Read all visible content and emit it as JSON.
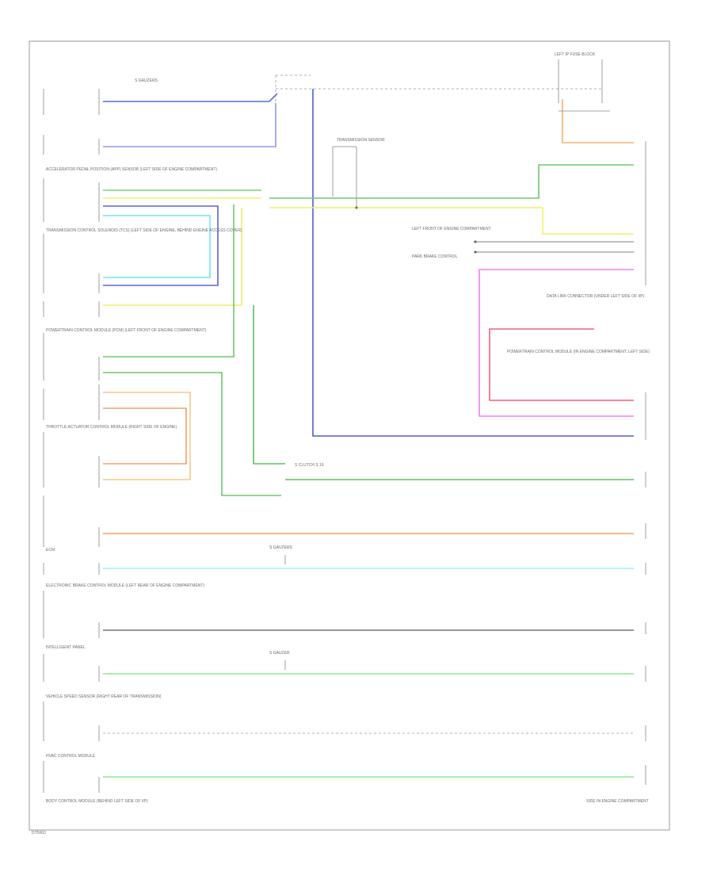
{
  "diagram": {
    "footer_code": "DT5063",
    "notes": {
      "g_splice_top": "S GAUZERS",
      "splice_mid": "S GAUZERS",
      "splice_low": "S GAUZER",
      "clutch_splice": "S CLUTCH S 16"
    },
    "components": {
      "accel_pedal_sensor": "ACCELERATOR PEDAL POSITION (APP) SENSOR (LEFT SIDE OF ENGINE COMPARTMENT)",
      "trans_control": "TRANSMISSION CONTROL SOLENOID (TCS) (LEFT SIDE OF ENGINE, BEHIND ENGINE ACCESS COVER)",
      "pcm": "POWERTRAIN CONTROL MODULE (PCM) (LEFT FRONT OF ENGINE COMPARTMENT)",
      "throttle_actuator": "THROTTLE ACTUATOR CONTROL MODULE (RIGHT SIDE OF ENGINE)",
      "ecm": "ECM",
      "body_control": "ELECTRONIC BRAKE CONTROL MODULE (LEFT REAR OF ENGINE COMPARTMENT)",
      "steering_wheel": "INTELLIGENT PANEL",
      "vehicle_speed": "VEHICLE SPEED SENSOR (RIGHT REAR OF TRANSMISSION)",
      "hvac": "HVAC CONTROL MODULE",
      "bcm": "BODY CONTROL MODULE (BEHIND LEFT SIDE OF I/P)",
      "trans_sensor": "TRANSMISSION SENSOR",
      "left_brake_light": "LEFT FRONT OF ENGINE COMPARTMENT",
      "park_brake": "PARK BRAKE CONTROL",
      "right_module": "POWERTRAIN CONTROL MODULE (IN ENGINE COMPARTMENT, LEFT SIDE)",
      "data_link": "DATA LINK CONNECTOR (UNDER LEFT SIDE OF I/P)",
      "fuse_block": "LEFT IP FUSE BLOCK",
      "ecm_right": "SIDE IN ENGINE COMPARTMENT"
    }
  }
}
